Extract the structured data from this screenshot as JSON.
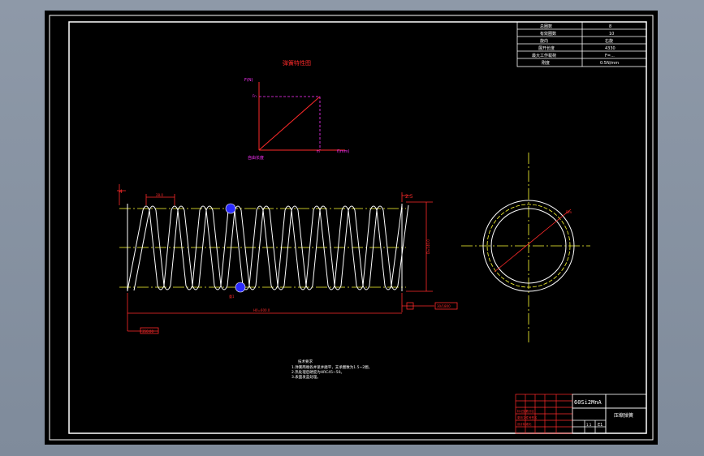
{
  "drawing": {
    "graph_title": "弹簧特性图",
    "graph_y_label": "F(N)",
    "graph_y_tick": "Fn",
    "graph_x_label": "f(mm)",
    "graph_x_tick": "fn",
    "graph_origin_label": "自由长度",
    "pitch_dim": "28.0",
    "free_length_dim": "H0=600.0",
    "diameter_dim": "D=140.0",
    "mean_dia_dim": "Dm",
    "left_ref_label": "350.00",
    "right_ref_label": "30/1800",
    "end_label": "2.5",
    "section_label": "4",
    "coil_label": "重1",
    "note_title": "技术要求",
    "note_line1": "1.弹簧两端各并紧并磨平，支承圈数为1.5~2圈，",
    "note_line2": "2.热处理后硬度为HRC45~50。",
    "note_line3": "3.表面发蓝处理。",
    "param_table": [
      {
        "name": "总圈数",
        "value": "8"
      },
      {
        "name": "有效圈数",
        "value": "10"
      },
      {
        "name": "旋向",
        "value": "右旋"
      },
      {
        "name": "展开长度",
        "value": "4330"
      },
      {
        "name": "最大工作载荷",
        "value": "F=..."
      },
      {
        "name": "刚度",
        "value": "0.5N/mm"
      }
    ],
    "title_block": {
      "material": "60Si2MnA",
      "name": "压缩弹簧",
      "scale": "1:1",
      "sheet": "E1",
      "rows": [
        "标记处数分区",
        "更改文件号签名",
        "设计标准化"
      ]
    }
  }
}
